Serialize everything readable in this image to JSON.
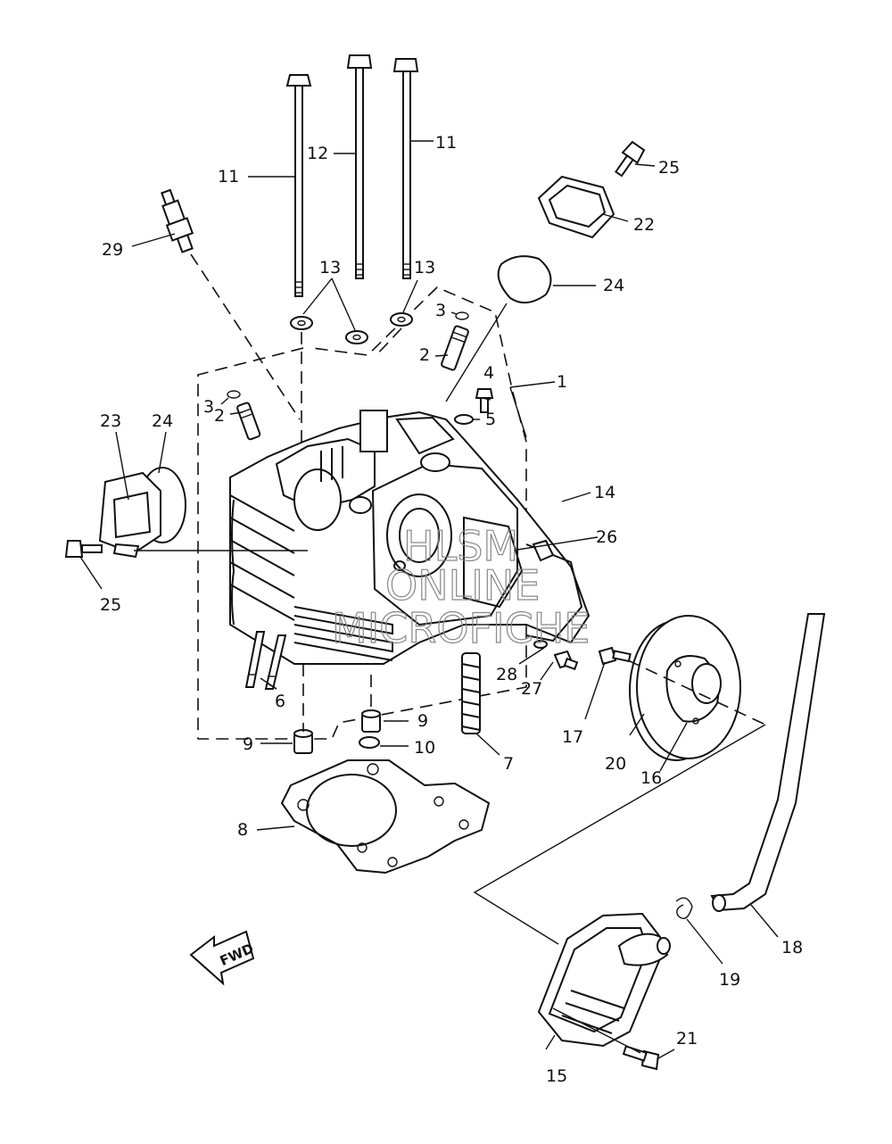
{
  "fwd_marker": "FWD",
  "watermark": [
    "HLSM",
    "ONLINE",
    "MICROFICHE"
  ],
  "callouts": [
    "1",
    "2",
    "2",
    "3",
    "3",
    "4",
    "5",
    "6",
    "7",
    "8",
    "9",
    "9",
    "10",
    "11",
    "11",
    "12",
    "13",
    "13",
    "14",
    "15",
    "16",
    "17",
    "18",
    "19",
    "20",
    "21",
    "22",
    "23",
    "24",
    "24",
    "25",
    "25",
    "26",
    "27",
    "28",
    "29"
  ]
}
